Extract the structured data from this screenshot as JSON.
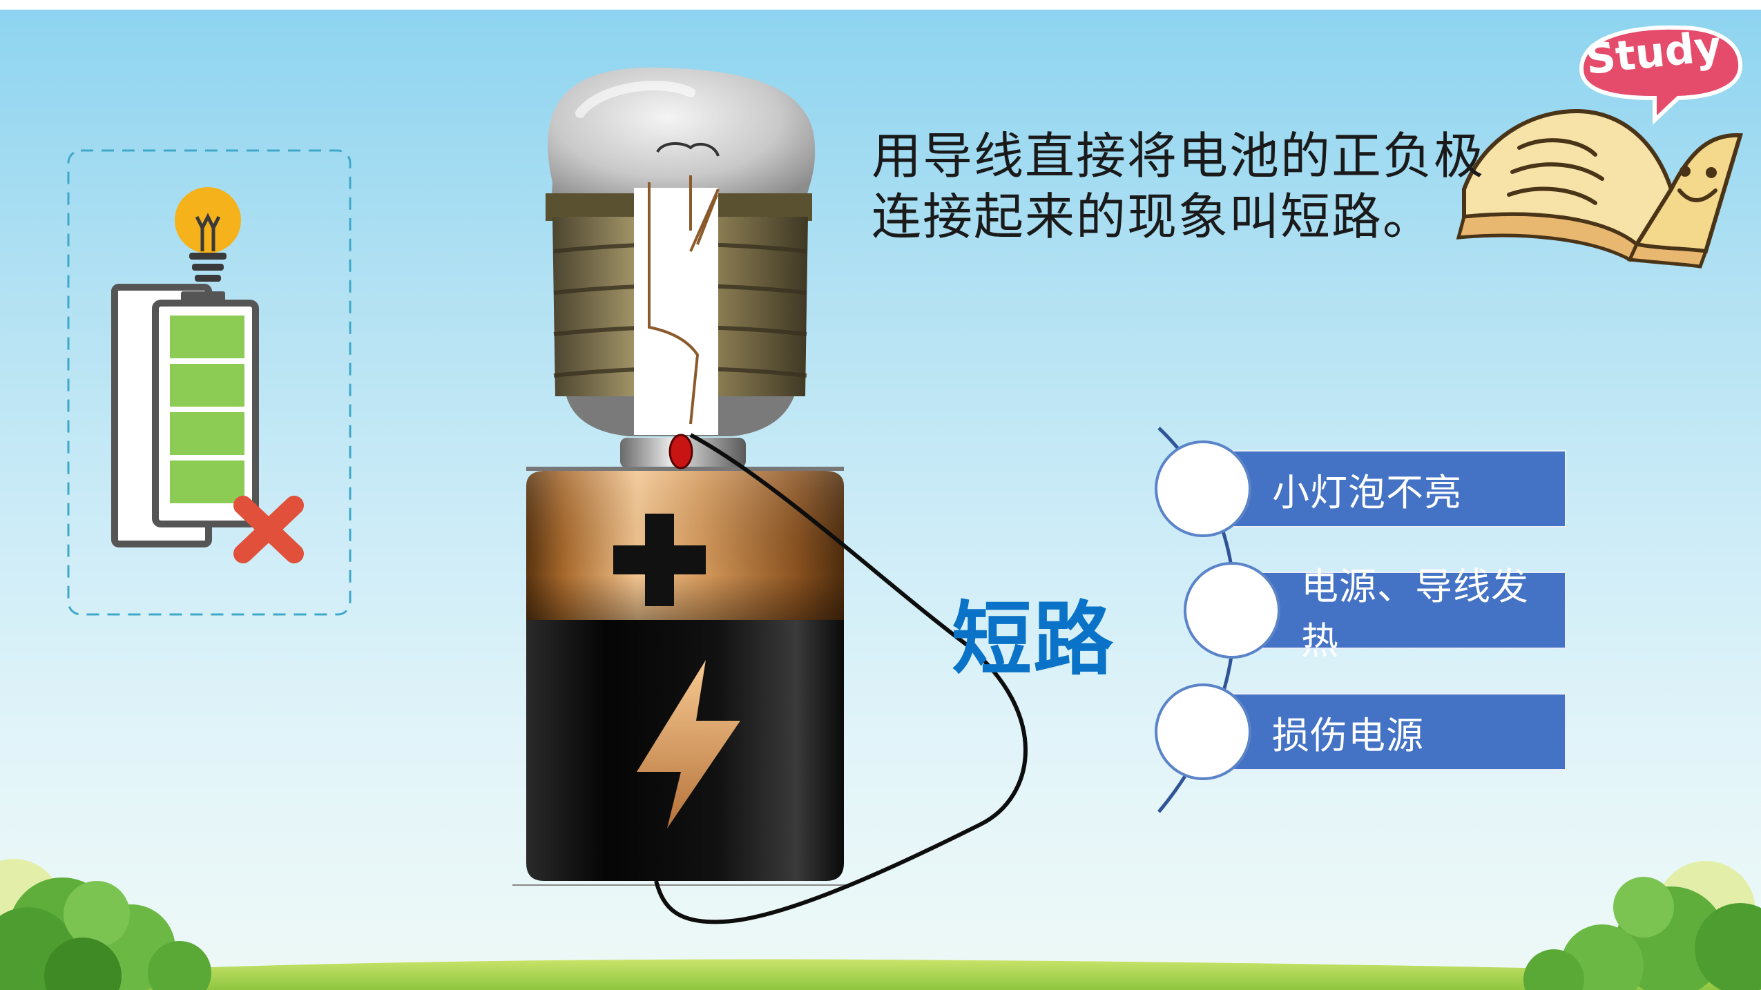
{
  "definition": {
    "line1": "用导线直接将电池的正负极",
    "line2": "连接起来的现象叫短路。"
  },
  "title": "短路",
  "effects": [
    {
      "label": "小灯泡不亮"
    },
    {
      "label": "电源、导线发热"
    },
    {
      "label": "损伤电源"
    }
  ],
  "study_badge": "Study",
  "colors": {
    "effect_bar": "#4472c4",
    "title": "#0a73c8",
    "battery_cells": "#8ccc55",
    "cross": "#e0503a"
  },
  "icons": {
    "lightbulb": "lightbulb-icon",
    "dead_battery": "battery-icon",
    "cross": "cross-icon",
    "book": "book-icon"
  }
}
